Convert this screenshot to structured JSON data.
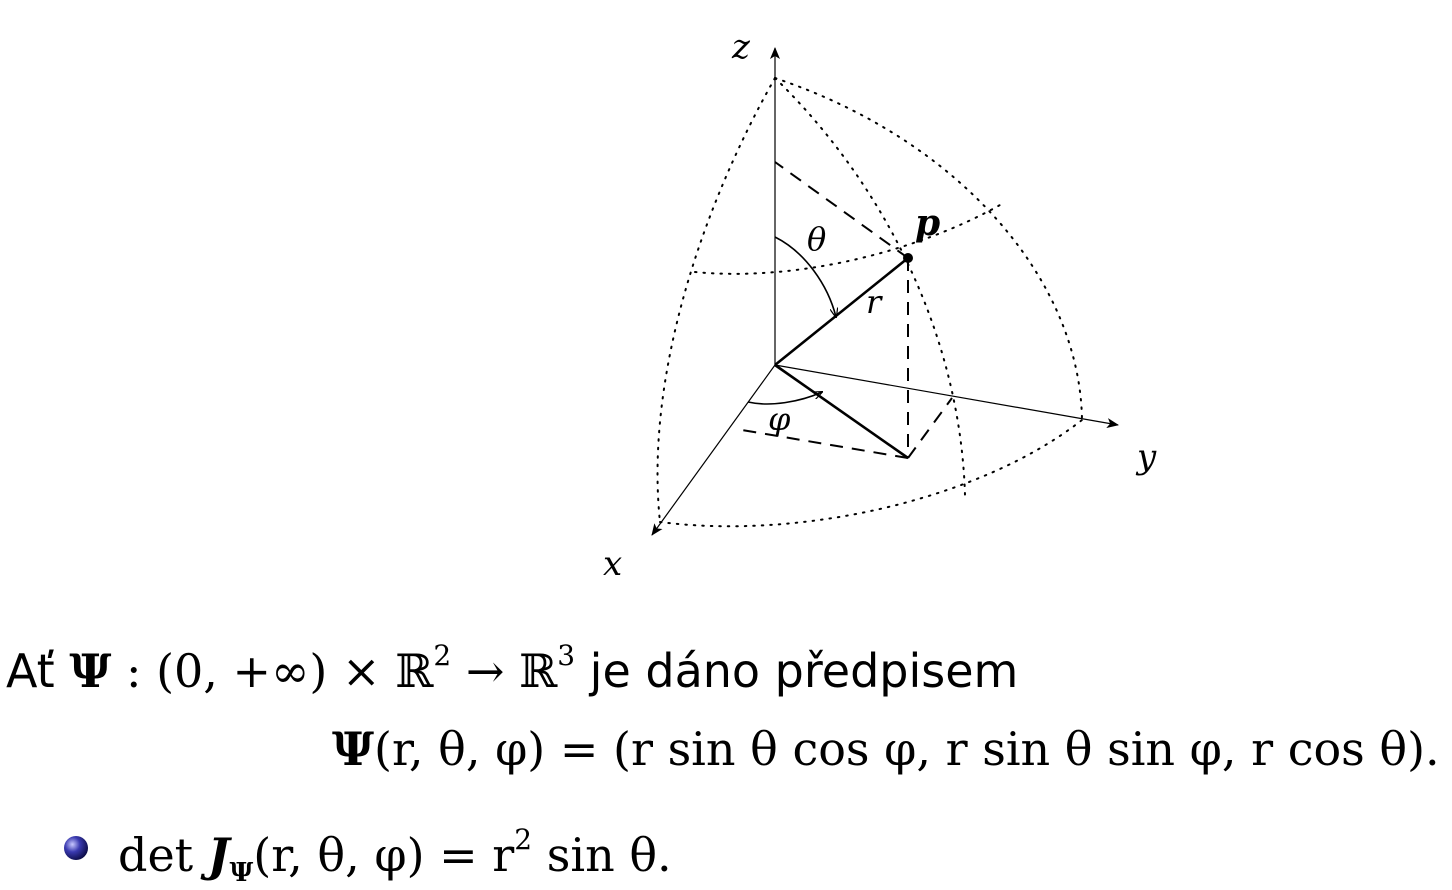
{
  "diagram": {
    "labels": {
      "z": "z",
      "y": "y",
      "x": "x",
      "point": "p",
      "theta": "θ",
      "phi": "φ",
      "r": "r"
    }
  },
  "text": {
    "line1": {
      "at": "Ať",
      "psi": "Ψ",
      "colon": " : (0, +∞) × ℝ",
      "exp2": "2",
      "arrow": " → ℝ",
      "exp3": "3",
      "words": " je dáno předpisem"
    },
    "line2": {
      "psi": "Ψ",
      "rest": "(r, θ, φ) = (r sin θ cos φ, r sin θ sin φ, r cos θ)."
    },
    "line3": {
      "det": "det ",
      "J": "J",
      "sub": "Ψ",
      "args": "(r, θ, φ) = r",
      "exp": "2",
      "tail": " sin θ."
    }
  }
}
